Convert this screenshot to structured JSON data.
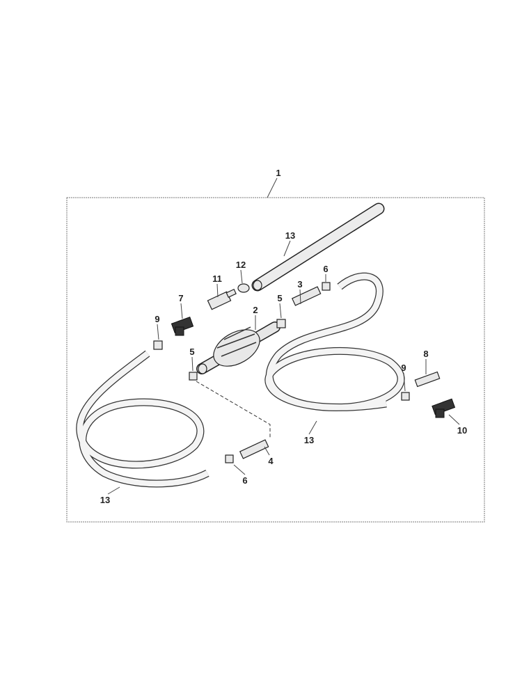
{
  "callouts": {
    "kit": "1",
    "hose_top": "13",
    "clamp": "12",
    "connector_11": "11",
    "connector_7": "7",
    "nut_9_left": "9",
    "primer_bulb": "2",
    "nut_5_top": "5",
    "fitting_3": "3",
    "nut_6_top": "6",
    "nut_5_left": "5",
    "nut_9_right": "9",
    "fitting_8": "8",
    "connector_10": "10",
    "hose_right": "13",
    "fitting_4": "4",
    "nut_6_bottom": "6",
    "hose_left": "13"
  }
}
